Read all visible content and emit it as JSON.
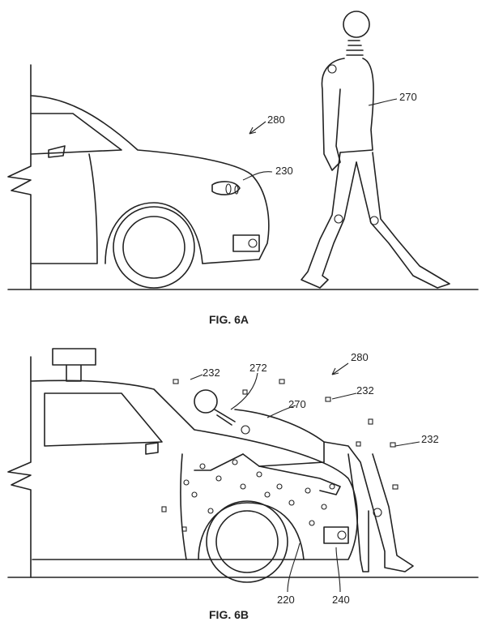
{
  "fig_6a": {
    "caption": "FIG. 6A",
    "labels": {
      "scene": "280",
      "pedestrian": "270",
      "vehicle_front": "230"
    }
  },
  "fig_6b": {
    "caption": "FIG. 6B",
    "labels": {
      "adhesive_particles_1": "232",
      "head_contact": "272",
      "scene": "280",
      "pedestrian": "270",
      "adhesive_particles_2": "232",
      "adhesive_particles_3": "232",
      "adhesive_layer": "220",
      "vehicle_front": "240"
    }
  }
}
